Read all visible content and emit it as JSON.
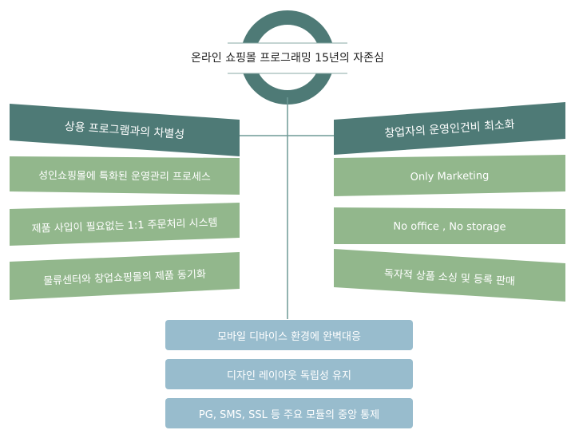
{
  "title": "온라인 쇼핑몰 프로그래밍 15년의 자존심",
  "left_header": "상용 프로그램과의 차별성",
  "left_items": [
    "성인쇼핑몰에 특화된 운영관리 프로세스",
    "제품 사입이 필요없는 1:1 주문처리 시스템",
    "물류센터와 창업쇼핑몰의 제품 동기화"
  ],
  "right_header": "창업자의 운영인건비 최소화",
  "right_items": [
    "Only Marketing",
    "No office , No storage",
    "독자적 상품 소싱 및 등록 판매"
  ],
  "bottom_items": [
    "모바일 디바이스 환경에 완벽대응",
    "디자인 레이아웃 독립성 유지",
    "PG, SMS, SSL 등 주요 모듈의 중앙 통제"
  ],
  "colors": {
    "dark_teal": "#4e7a76",
    "light_green": "#92b78c",
    "light_blue": "#98bccd",
    "line": "#6f9a95"
  }
}
